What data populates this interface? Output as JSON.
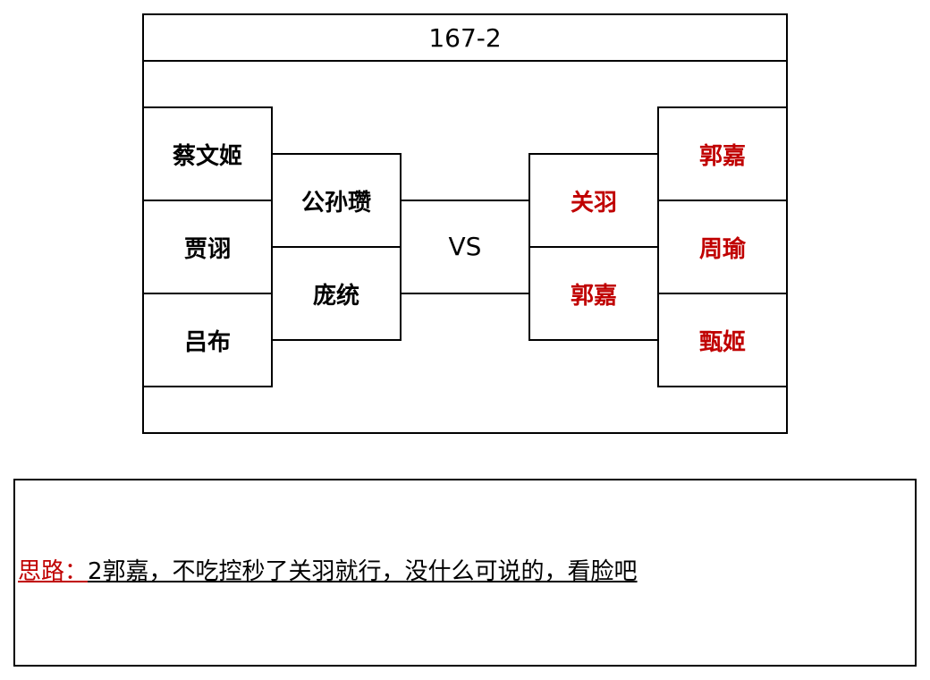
{
  "title": "167-2",
  "vs": "VS",
  "left_outer": [
    "蔡文姬",
    "贾诩",
    "吕布"
  ],
  "left_inner": [
    "公孙瓒",
    "庞统"
  ],
  "right_inner": [
    "关羽",
    "郭嘉"
  ],
  "right_outer": [
    "郭嘉",
    "周瑜",
    "甄姬"
  ],
  "note": {
    "label": "思路：",
    "text": "2郭嘉，不吃控秒了关羽就行，没什么可说的，看脸吧"
  },
  "colors": {
    "left": "#000000",
    "right": "#c00000",
    "label": "#c00000"
  }
}
